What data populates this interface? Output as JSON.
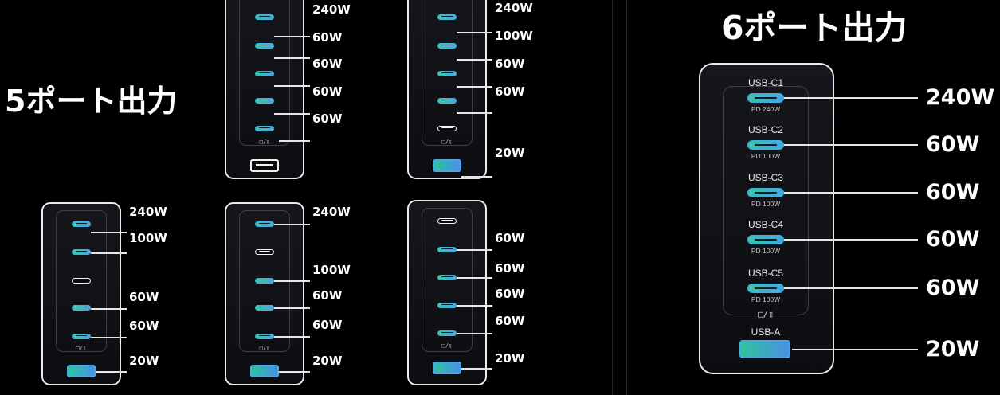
{
  "left_heading": "5ポート出力",
  "right_heading": "6ポート出力",
  "display_icon_glyph": "□/▯",
  "colors": {
    "background": "#000000",
    "port_accent": "#3fb2d9",
    "device_border": "#e9ebef"
  },
  "configs": [
    {
      "ports": [
        "blue",
        "blue",
        "blue",
        "blue",
        "blue"
      ],
      "usba": "white",
      "watts": [
        "240W",
        "60W",
        "60W",
        "60W",
        "60W"
      ]
    },
    {
      "ports": [
        "blue",
        "blue",
        "blue",
        "blue",
        "white"
      ],
      "usba": "blue",
      "watts": [
        "240W",
        "100W",
        "60W",
        "60W",
        "20W"
      ]
    },
    {
      "ports": [
        "blue",
        "blue",
        "white",
        "blue",
        "blue"
      ],
      "usba": "blue",
      "watts": [
        "240W",
        "100W",
        "60W",
        "60W",
        "20W"
      ]
    },
    {
      "ports": [
        "blue",
        "white",
        "blue",
        "blue",
        "blue"
      ],
      "usba": "blue",
      "watts": [
        "240W",
        "100W",
        "60W",
        "60W",
        "20W"
      ]
    },
    {
      "ports": [
        "white",
        "blue",
        "blue",
        "blue",
        "blue"
      ],
      "usba": "blue",
      "watts": [
        "60W",
        "60W",
        "60W",
        "60W",
        "20W"
      ]
    }
  ],
  "six_port": {
    "ports": [
      {
        "name": "USB-C1",
        "spec": "PD 240W",
        "watt": "240W"
      },
      {
        "name": "USB-C2",
        "spec": "PD 100W",
        "watt": "60W"
      },
      {
        "name": "USB-C3",
        "spec": "PD 100W",
        "watt": "60W"
      },
      {
        "name": "USB-C4",
        "spec": "PD 100W",
        "watt": "60W"
      },
      {
        "name": "USB-C5",
        "spec": "PD 100W",
        "watt": "60W"
      }
    ],
    "usba": {
      "name": "USB-A",
      "watt": "20W"
    }
  }
}
